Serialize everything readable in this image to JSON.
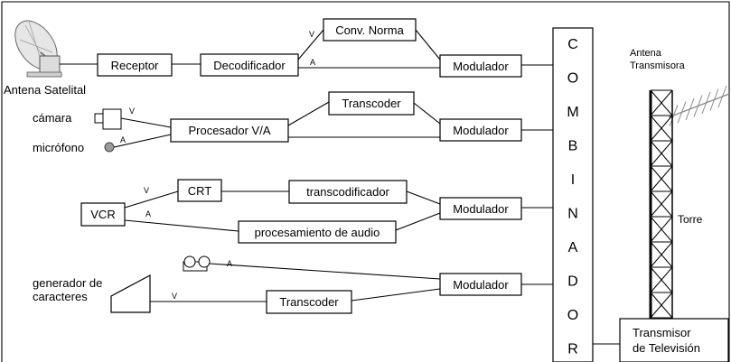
{
  "sources": {
    "antenna": "Antena Satelital",
    "camera": "cámara",
    "microphone": "micrófono",
    "vcr": "VCR",
    "char_gen_line1": "generador de",
    "char_gen_line2": "caracteres"
  },
  "blocks": {
    "receptor": "Receptor",
    "decodificador": "Decodificador",
    "conv_norma": "Conv. Norma",
    "procesador": "Procesador V/A",
    "transcoder_1": "Transcoder",
    "crt": "CRT",
    "transcodificador": "transcodificador",
    "proc_audio": "procesamiento de audio",
    "transcoder_2": "Transcoder",
    "modulador": "Modulador"
  },
  "signals": {
    "video": "V",
    "audio": "A"
  },
  "combinador": [
    "C",
    "O",
    "M",
    "B",
    "I",
    "N",
    "A",
    "D",
    "O",
    "R"
  ],
  "tower": {
    "antenna_line1": "Antena",
    "antenna_line2": "Transmisora",
    "label": "Torre"
  },
  "transmitter": {
    "line1": "Transmisor",
    "line2": "de Televisión"
  }
}
